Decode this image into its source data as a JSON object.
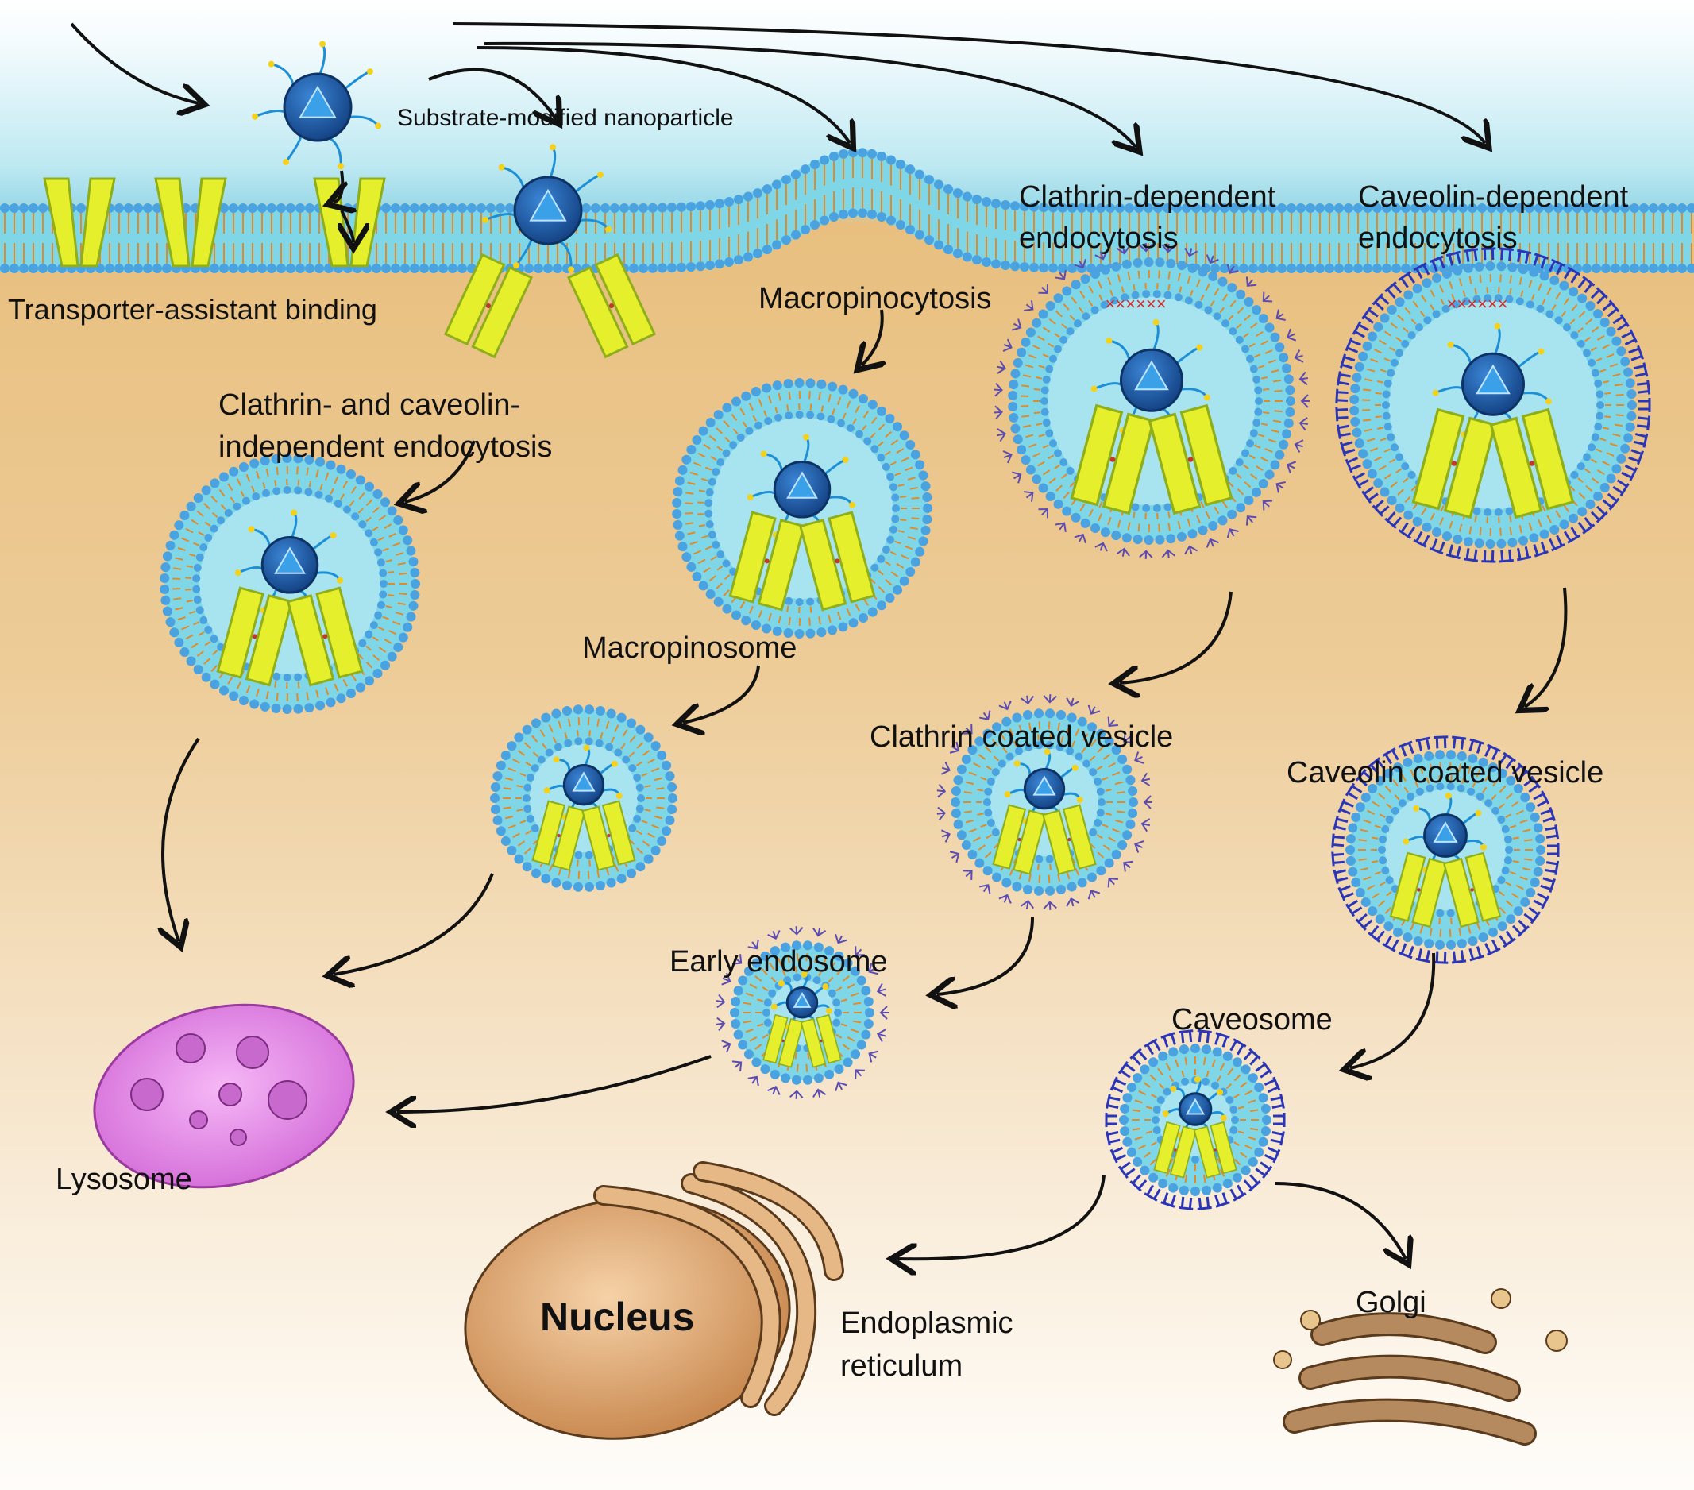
{
  "labels": {
    "substrate_nanoparticle": "Substrate-modified nanoparticle",
    "transporter_binding": "Transporter-assistant binding",
    "clathrin_dependent_1": "Clathrin-dependent",
    "clathrin_dependent_2": "endocytosis",
    "caveolin_dependent_1": "Caveolin-dependent",
    "caveolin_dependent_2": "endocytosis",
    "macropinocytosis": "Macropinocytosis",
    "independent_1": "Clathrin- and caveolin-",
    "independent_2": "independent endocytosis",
    "macropinosome": "Macropinosome",
    "clathrin_vesicle": "Clathrin coated vesicle",
    "caveolin_vesicle": "Caveolin coated vesicle",
    "early_endosome": "Early endosome",
    "caveosome": "Caveosome",
    "lysosome": "Lysosome",
    "nucleus": "Nucleus",
    "er_1": "Endoplasmic",
    "er_2": "reticulum",
    "golgi": "Golgi"
  },
  "colors": {
    "extracellular": "#c9eef4",
    "cytoplasm_top": "#e8bf7f",
    "cytoplasm_bottom": "#fefcf8",
    "membrane": "#7fd6e6",
    "lipid_head": "#4aa3e0",
    "lipid_tail": "#e08a2a",
    "transporter": "#e6ef2b",
    "nanoparticle": "#1d5fa8",
    "clathrin": "#5c4bb0",
    "caveolin": "#2a35b8",
    "lysosome": "#e58fe6",
    "nucleus": "#d79b5b",
    "golgi": "#b58a5e"
  }
}
